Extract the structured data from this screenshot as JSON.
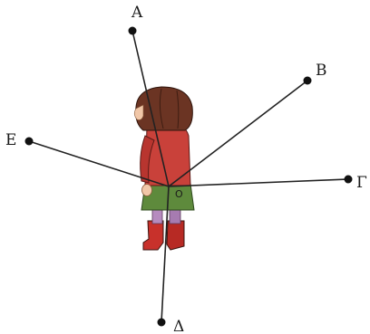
{
  "diagram": {
    "center": {
      "label": "O"
    },
    "rays": [
      {
        "end": "A"
      },
      {
        "end": "B"
      },
      {
        "end": "Γ"
      },
      {
        "end": "Δ"
      },
      {
        "end": "Ε"
      }
    ]
  },
  "figure": {
    "description_icon": "girl-figure"
  }
}
